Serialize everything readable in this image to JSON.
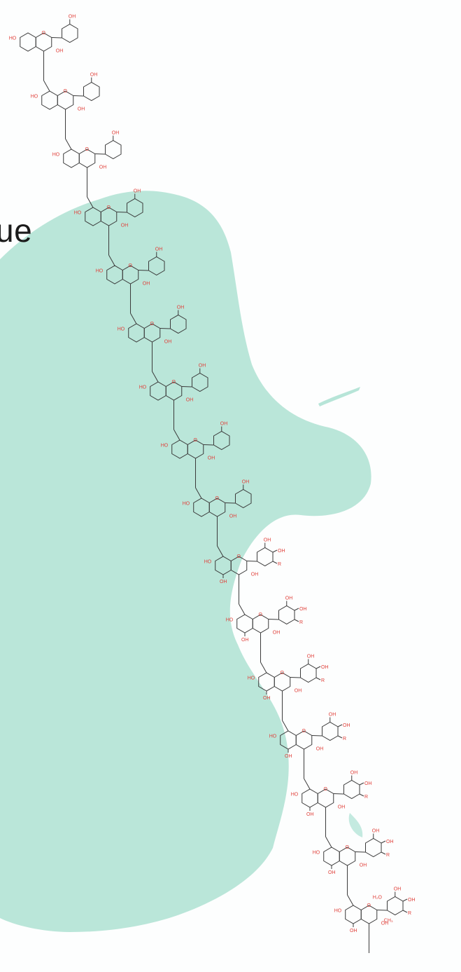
{
  "slide": {
    "fragment_text": "ue",
    "bottom_fragment_text": ""
  },
  "colors": {
    "background": "#fdfefe",
    "blob_fill": "#9fdccb",
    "bond_color": "#3a3a3a",
    "heteroatom_color": "#e0403a"
  },
  "molecule": {
    "atom_labels": {
      "hydroxyl": "HO",
      "hydroxyl_right": "OH",
      "ring_oxygen": "O",
      "methyl": "CH₃",
      "water": "H₂O",
      "r_group": "R"
    },
    "repeat_units": [
      {
        "id": 1,
        "b_ring": "monohydroxy",
        "a_ring_extra_oh": false
      },
      {
        "id": 2,
        "b_ring": "monohydroxy",
        "a_ring_extra_oh": false
      },
      {
        "id": 3,
        "b_ring": "monohydroxy",
        "a_ring_extra_oh": false
      },
      {
        "id": 4,
        "b_ring": "monohydroxy",
        "a_ring_extra_oh": false
      },
      {
        "id": 5,
        "b_ring": "monohydroxy",
        "a_ring_extra_oh": false
      },
      {
        "id": 6,
        "b_ring": "monohydroxy",
        "a_ring_extra_oh": false
      },
      {
        "id": 7,
        "b_ring": "monohydroxy",
        "a_ring_extra_oh": false
      },
      {
        "id": 8,
        "b_ring": "monohydroxy",
        "a_ring_extra_oh": false
      },
      {
        "id": 9,
        "b_ring": "monohydroxy",
        "a_ring_extra_oh": false
      },
      {
        "id": 10,
        "b_ring": "trihydroxy-R",
        "a_ring_extra_oh": true
      },
      {
        "id": 11,
        "b_ring": "trihydroxy-R",
        "a_ring_extra_oh": true
      },
      {
        "id": 12,
        "b_ring": "trihydroxy-R",
        "a_ring_extra_oh": true
      },
      {
        "id": 13,
        "b_ring": "trihydroxy-R",
        "a_ring_extra_oh": true
      },
      {
        "id": 14,
        "b_ring": "trihydroxy-R",
        "a_ring_extra_oh": true
      },
      {
        "id": 15,
        "b_ring": "trihydroxy-R",
        "a_ring_extra_oh": true
      },
      {
        "id": 16,
        "b_ring": "trihydroxy-R",
        "a_ring_extra_oh": true,
        "terminal": true
      }
    ]
  }
}
